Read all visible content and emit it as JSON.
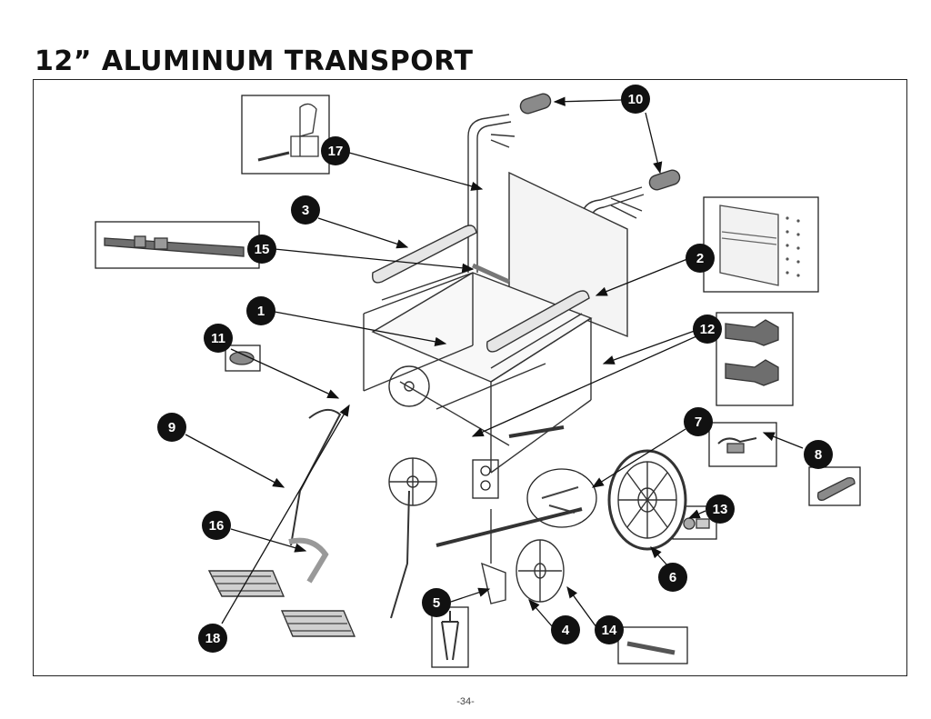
{
  "title": "12” ALUMINUM TRANSPORT",
  "page_number": "-34-",
  "callouts": [
    {
      "label": "1"
    },
    {
      "label": "2"
    },
    {
      "label": "3"
    },
    {
      "label": "4"
    },
    {
      "label": "5"
    },
    {
      "label": "6"
    },
    {
      "label": "7"
    },
    {
      "label": "8"
    },
    {
      "label": "9"
    },
    {
      "label": "10"
    },
    {
      "label": "11"
    },
    {
      "label": "12"
    },
    {
      "label": "13"
    },
    {
      "label": "14"
    },
    {
      "label": "15"
    },
    {
      "label": "16"
    },
    {
      "label": "17"
    },
    {
      "label": "18"
    }
  ]
}
